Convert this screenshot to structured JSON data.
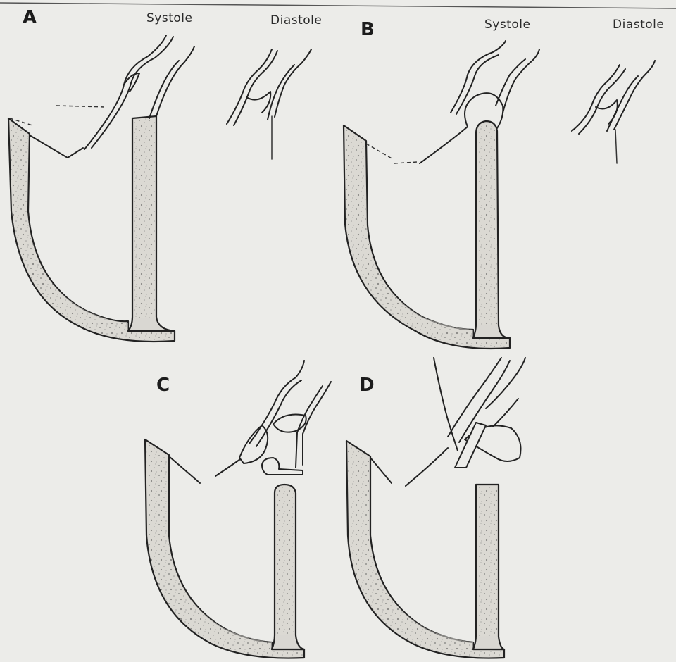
{
  "panels": {
    "a": {
      "letter": "A",
      "systole": "Systole",
      "diastole": "Diastole"
    },
    "b": {
      "letter": "B",
      "systole": "Systole",
      "diastole": "Diastole"
    },
    "c": {
      "letter": "C"
    },
    "d": {
      "letter": "D"
    }
  }
}
